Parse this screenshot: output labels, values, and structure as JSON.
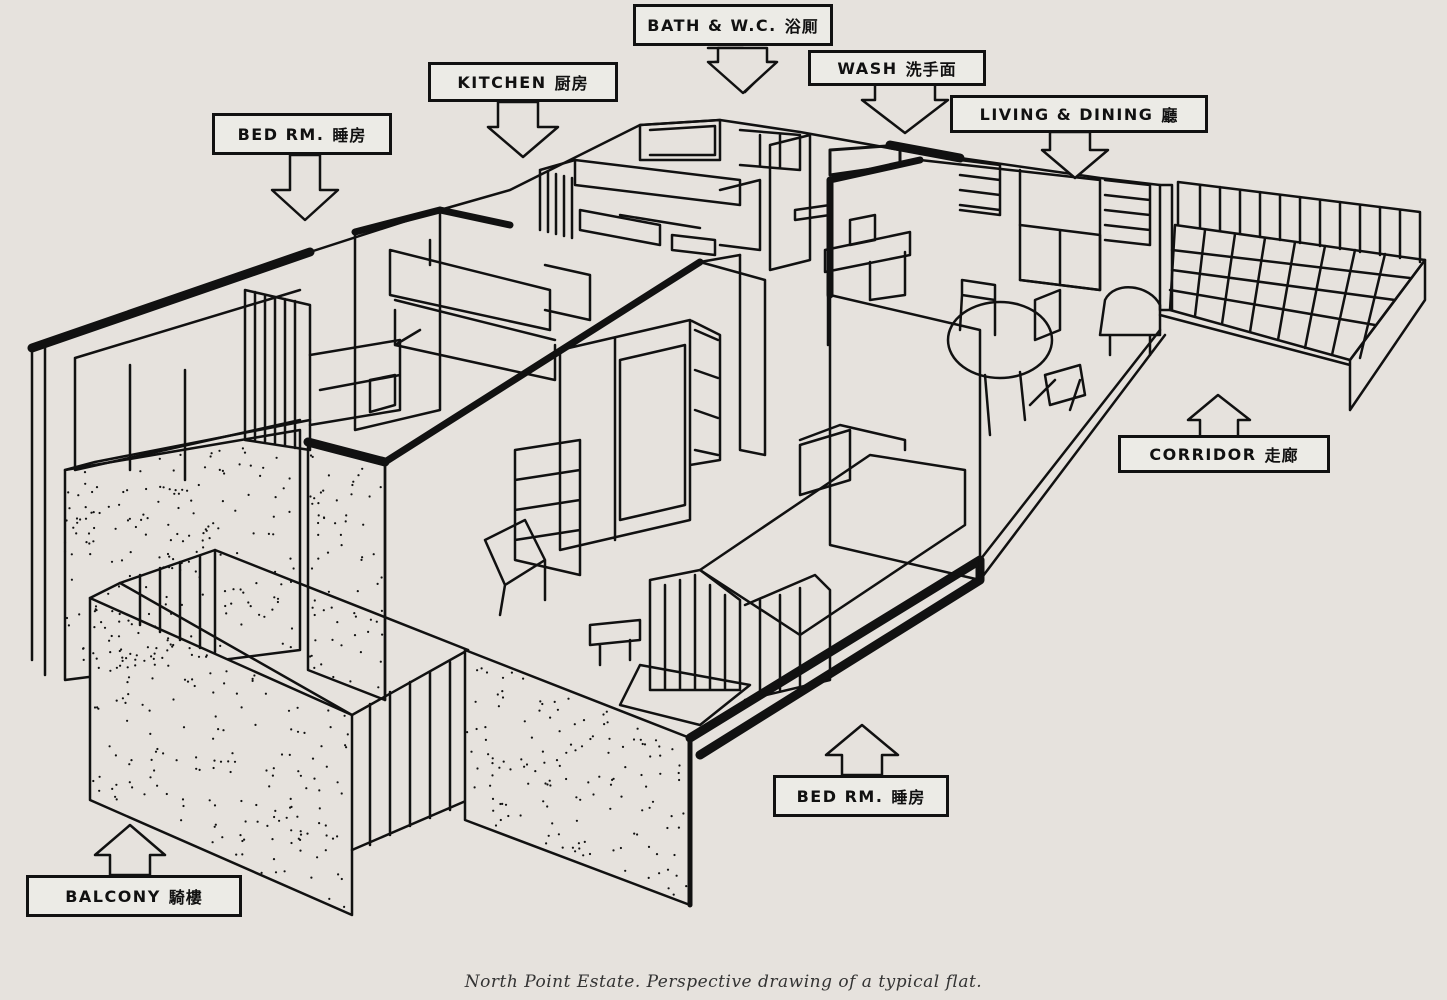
{
  "labels": {
    "bath_wc": {
      "en": "BATH & W.C.",
      "zh": "浴厠"
    },
    "kitchen": {
      "en": "KITCHEN",
      "zh": "厨房"
    },
    "wash": {
      "en": "WASH",
      "zh": "洗手面"
    },
    "bed_rm_back": {
      "en": "BED RM.",
      "zh": "睡房"
    },
    "living_dining": {
      "en": "LIVING & DINING",
      "zh": "廳"
    },
    "corridor": {
      "en": "CORRIDOR",
      "zh": "走廊"
    },
    "bed_rm_front": {
      "en": "BED RM.",
      "zh": "睡房"
    },
    "balcony": {
      "en": "BALCONY",
      "zh": "騎樓"
    }
  },
  "caption": "North Point Estate.  Perspective drawing of a typical flat."
}
